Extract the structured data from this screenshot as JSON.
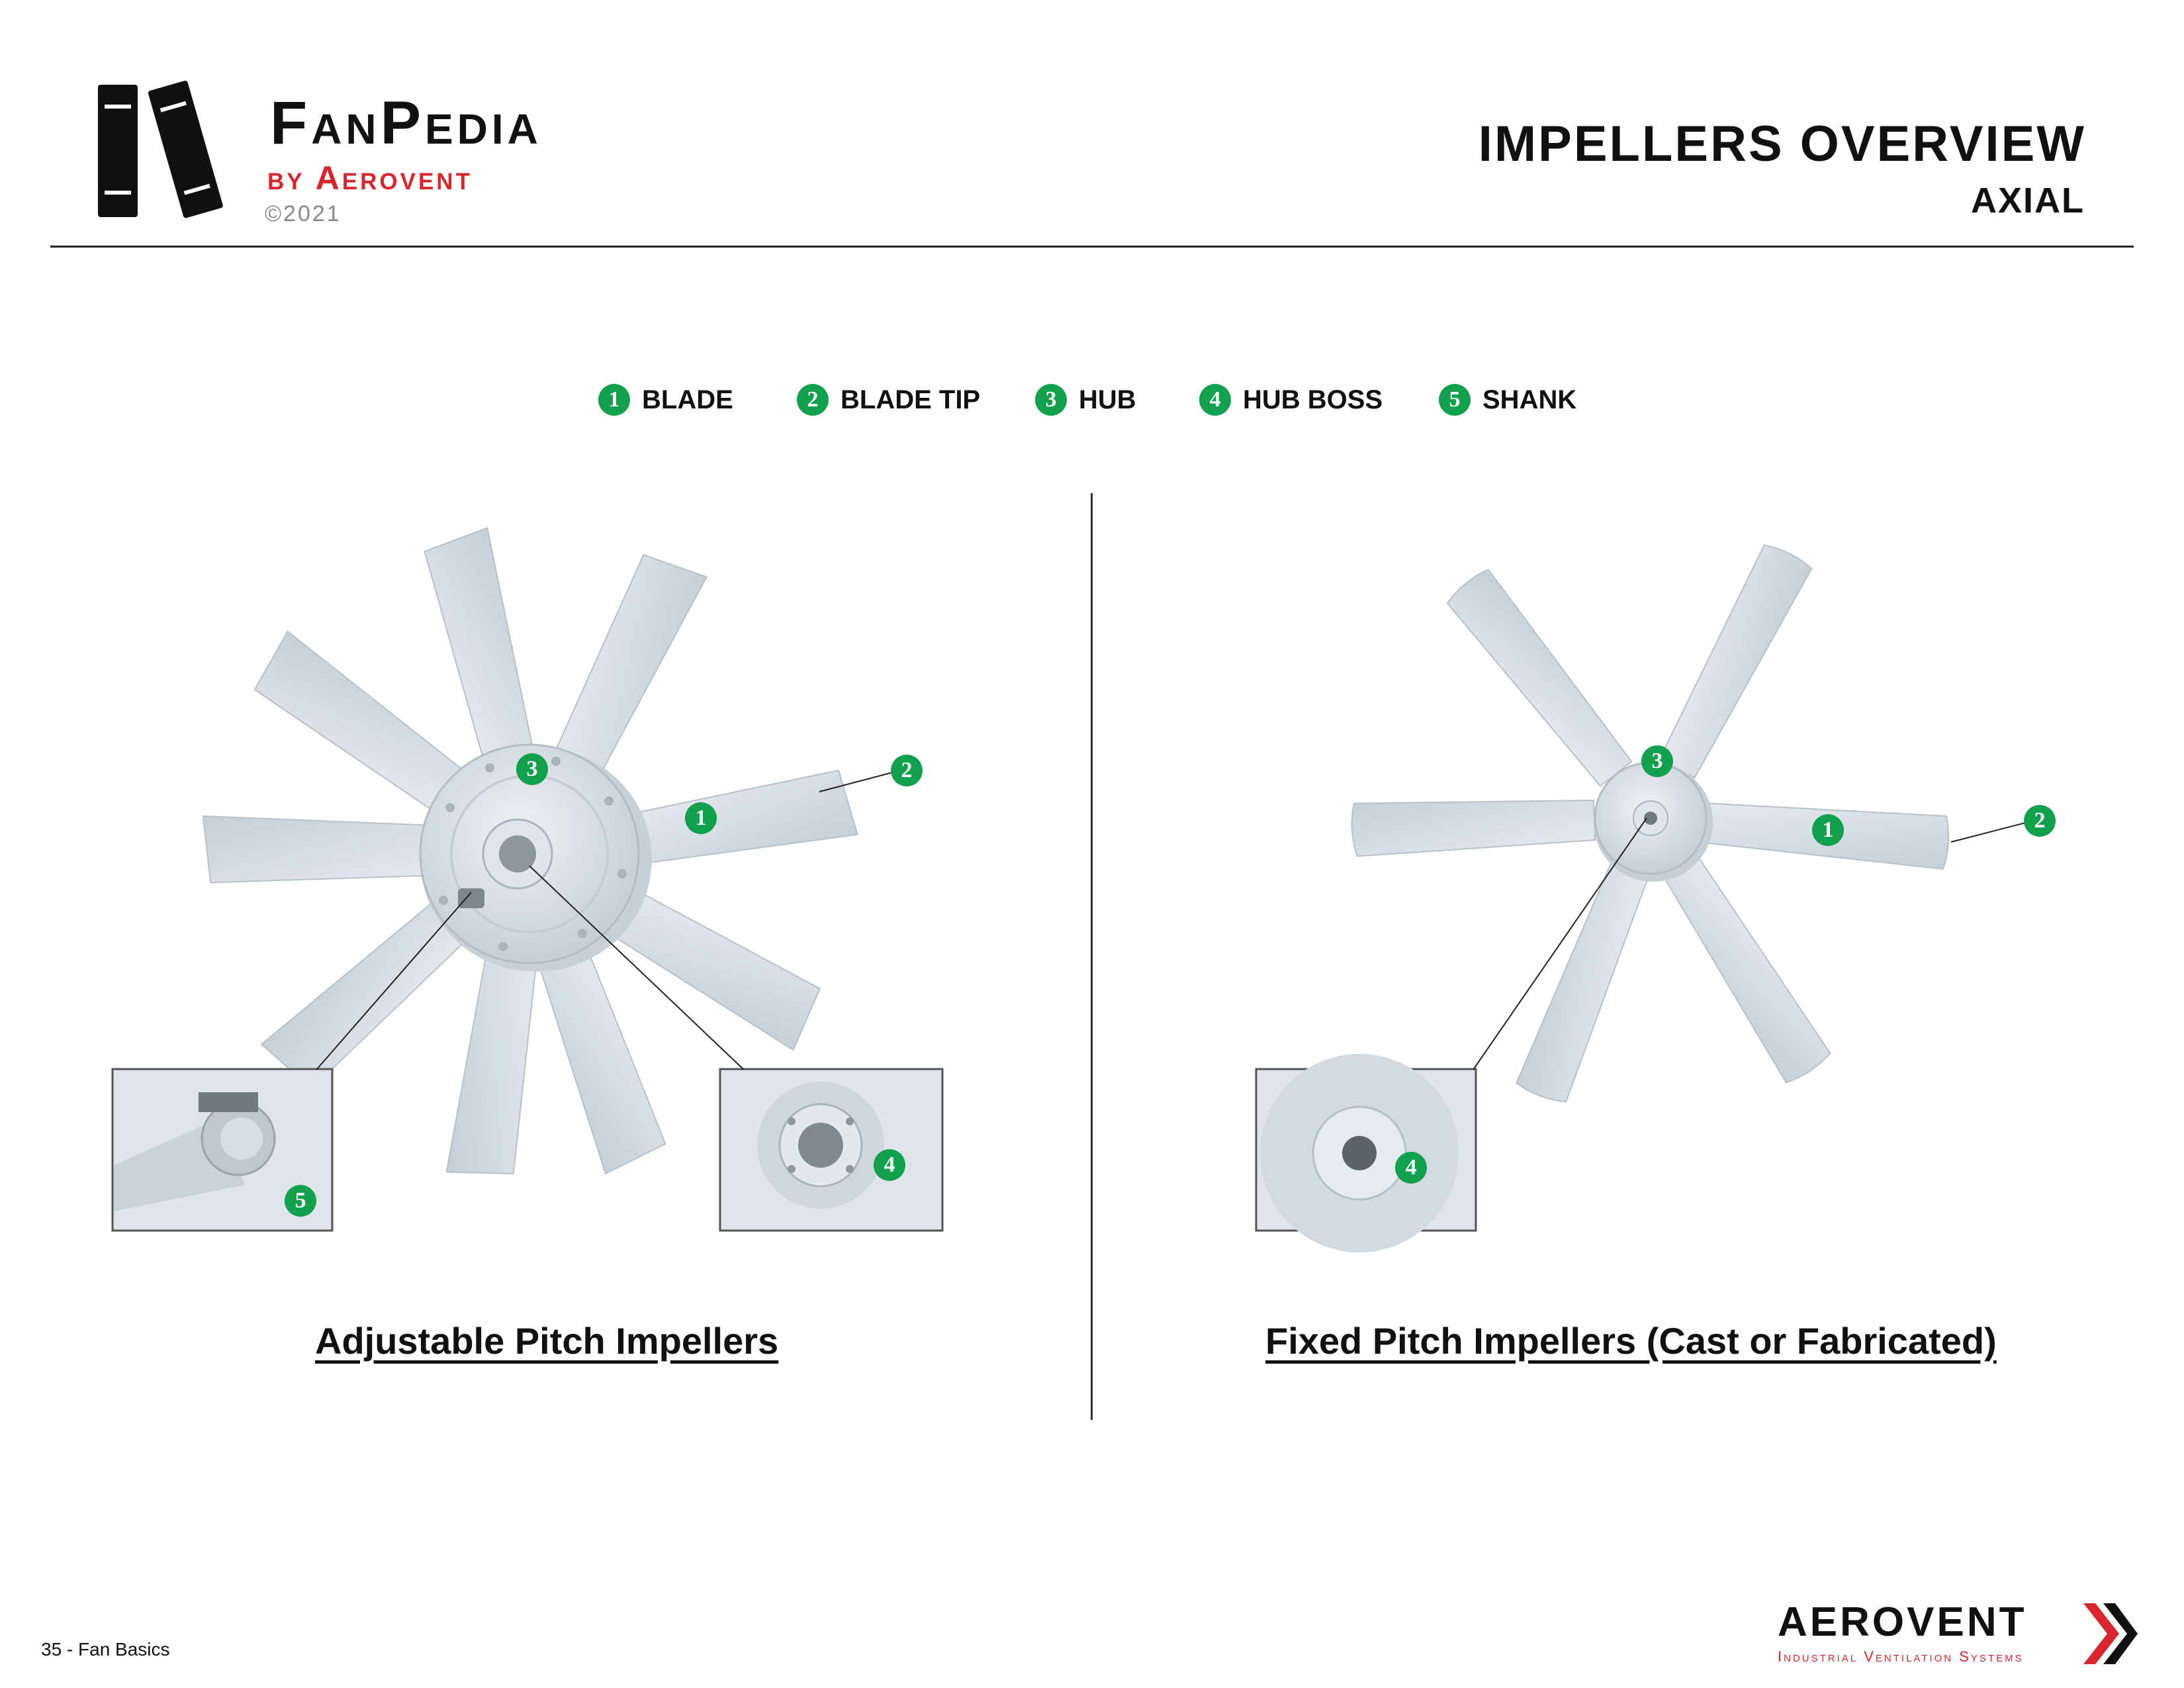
{
  "header": {
    "logo_title_main": "FanPedia",
    "logo_byline": "by Aerovent",
    "logo_copyright": "©2021",
    "title": "IMPELLERS OVERVIEW",
    "subtitle": "AXIAL"
  },
  "legend": [
    {
      "num": "1",
      "label": "BLADE"
    },
    {
      "num": "2",
      "label": "BLADE TIP"
    },
    {
      "num": "3",
      "label": "HUB"
    },
    {
      "num": "4",
      "label": "HUB BOSS"
    },
    {
      "num": "5",
      "label": "SHANK"
    }
  ],
  "left_panel": {
    "caption": "Adjustable Pitch Impellers",
    "callouts": [
      "1",
      "2",
      "3",
      "4",
      "5"
    ]
  },
  "right_panel": {
    "caption": "Fixed Pitch Impellers (Cast or Fabricated)",
    "callouts": [
      "1",
      "2",
      "3",
      "4"
    ]
  },
  "footer": {
    "page_label": "35 - Fan Basics",
    "brand": "AEROVENT",
    "tagline": "Industrial Ventilation Systems"
  },
  "colors": {
    "badge_green": "#11a04b",
    "brand_red": "#d8262c",
    "impeller_gray": "#d6dde3"
  },
  "icons": {
    "logo": "books-icon",
    "footer_mark": "double-chevron-icon"
  }
}
